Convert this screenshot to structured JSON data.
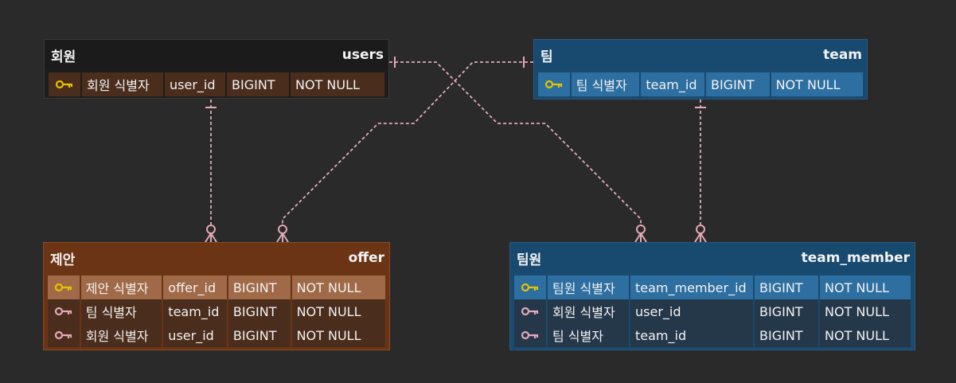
{
  "tables": {
    "users": {
      "label": "회원",
      "name": "users",
      "columns": [
        {
          "key": "primary",
          "label": "회원 식별자",
          "name": "user_id",
          "type": "BIGINT",
          "constraint": "NOT NULL"
        }
      ]
    },
    "team": {
      "label": "팀",
      "name": "team",
      "columns": [
        {
          "key": "primary",
          "label": "팀 식별자",
          "name": "team_id",
          "type": "BIGINT",
          "constraint": "NOT NULL"
        }
      ]
    },
    "offer": {
      "label": "제안",
      "name": "offer",
      "columns": [
        {
          "key": "primary",
          "label": "제안 식별자",
          "name": "offer_id",
          "type": "BIGINT",
          "constraint": "NOT NULL"
        },
        {
          "key": "foreign",
          "label": "팀 식별자",
          "name": "team_id",
          "type": "BIGINT",
          "constraint": "NOT NULL"
        },
        {
          "key": "foreign",
          "label": "회원 식별자",
          "name": "user_id",
          "type": "BIGINT",
          "constraint": "NOT NULL"
        }
      ]
    },
    "team_member": {
      "label": "팀원",
      "name": "team_member",
      "columns": [
        {
          "key": "primary",
          "label": "팀원 식별자",
          "name": "team_member_id",
          "type": "BIGINT",
          "constraint": "NOT NULL"
        },
        {
          "key": "foreign",
          "label": "회원 식별자",
          "name": "user_id",
          "type": "BIGINT",
          "constraint": "NOT NULL"
        },
        {
          "key": "foreign",
          "label": "팀 식별자",
          "name": "team_id",
          "type": "BIGINT",
          "constraint": "NOT NULL"
        }
      ]
    }
  },
  "relationships": [
    {
      "from": "users",
      "to": "offer",
      "cardinality": "one-to-zero-or-many"
    },
    {
      "from": "users",
      "to": "team_member",
      "cardinality": "one-to-zero-or-many"
    },
    {
      "from": "team",
      "to": "offer",
      "cardinality": "one-to-zero-or-many"
    },
    {
      "from": "team",
      "to": "team_member",
      "cardinality": "one-to-zero-or-many"
    }
  ],
  "icons": {
    "primary_key": "key-icon-gold",
    "foreign_key": "key-icon-pink"
  },
  "colors": {
    "background": "#2a2a2a",
    "connector": "#e3a9b8",
    "primary_key_icon": "#e6c200",
    "foreign_key_icon": "#e3a9b8",
    "users_header": "#1b1b1b",
    "team_header": "#184a70",
    "offer_header": "#6b3414",
    "team_member_header": "#184a70"
  }
}
